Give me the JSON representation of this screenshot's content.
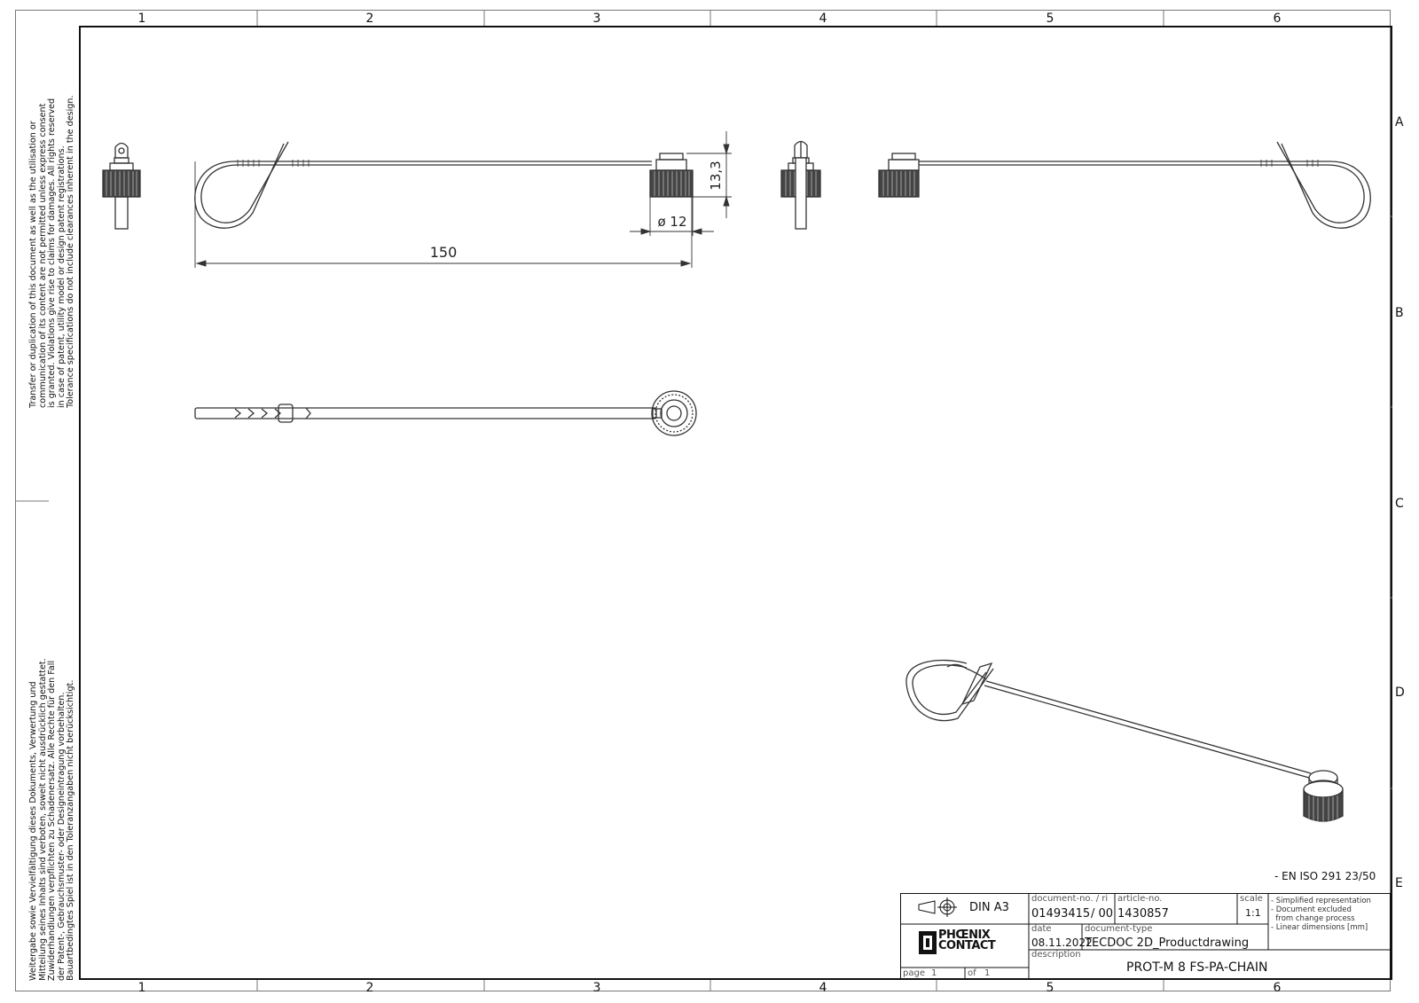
{
  "zones": {
    "columns": [
      "1",
      "2",
      "3",
      "4",
      "5",
      "6"
    ],
    "rows": [
      "A",
      "B",
      "C",
      "D",
      "E"
    ]
  },
  "legal_en": [
    "Transfer or duplication of this document as well as the utilisation or",
    "communication of its content are not permitted unless express consent",
    "is granted. Violations give rise to claims for damages. All rights reserved",
    "in case of patent, utility model or design patent registrations.",
    "Tolerance specifications do not include clearances inherent in the design."
  ],
  "legal_de": [
    "Weitergabe sowie Vervielfältigung dieses Dokuments, Verwertung und",
    "Mitteilung seines Inhalts sind verboten, soweit nicht ausdrücklich gestattet.",
    "Zuwiderhandlungen verpflichten zu Schadenersatz. Alle Rechte für den Fall",
    "der Patent-, Gebrauchsmuster- oder Designeintragung vorbehalten.",
    "Bauartbedingtes Spiel ist in den Toleranzangaben nicht berücksichtigt."
  ],
  "dimensions": {
    "length": "150",
    "height": "13,3",
    "diameter": "ø 12"
  },
  "standard_note": "- EN ISO 291 23/50",
  "title_block": {
    "paper_format": "DIN A3",
    "document_no_label": "document-no. / ri",
    "document_no": "01493415",
    "revision": "/ 00",
    "article_no_label": "article-no.",
    "article_no": "1430857",
    "scale_label": "scale",
    "scale": "1:1",
    "notes": [
      "- Simplified representation",
      "- Document excluded",
      "  from change process",
      "- Linear dimensions [mm]"
    ],
    "date_label": "date",
    "date": "08.11.2022",
    "document_type_label": "document-type",
    "document_type": "TECDOC 2D_Productdrawing",
    "logo_line1": "PHŒNIX",
    "logo_line2": "CONTACT",
    "description_label": "description",
    "description": "PROT-M 8 FS-PA-CHAIN",
    "page_label": "page",
    "page": "1",
    "of_label": "of",
    "of": "1"
  }
}
